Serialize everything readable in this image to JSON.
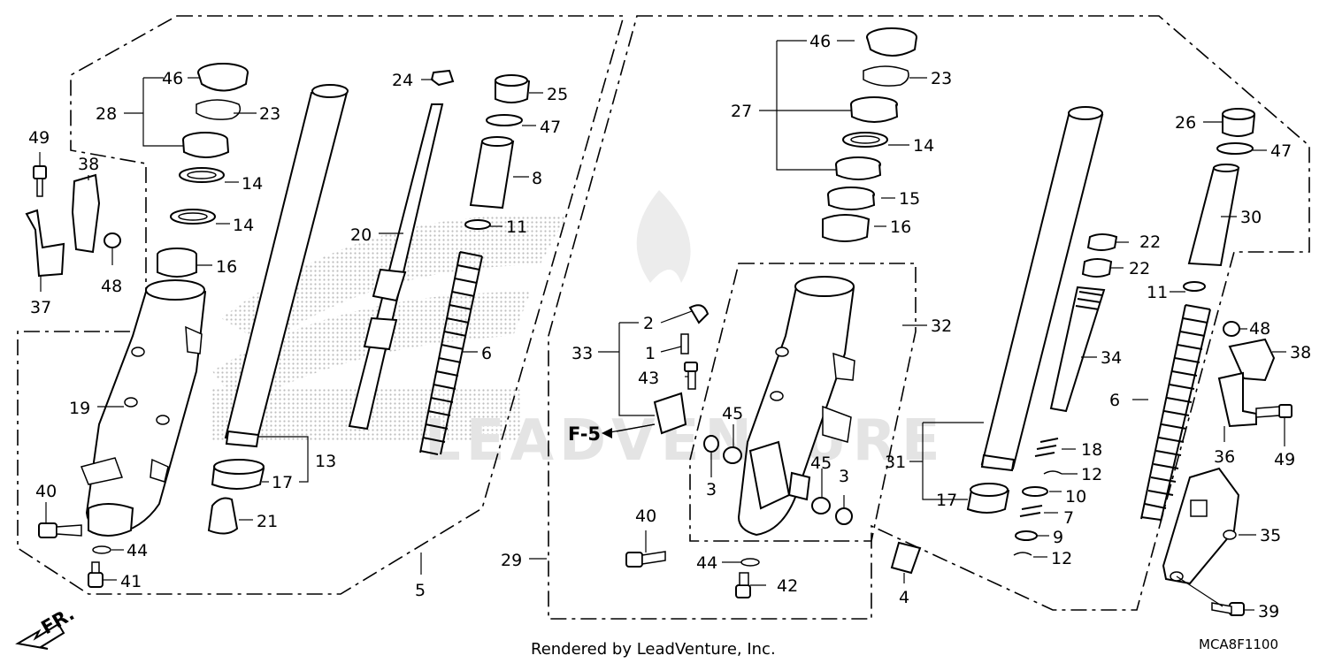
{
  "diagram": {
    "footer_credit": "Rendered by LeadVenture, Inc.",
    "drawing_code": "MCA8F1100",
    "front_arrow_label": "FR.",
    "reference_label": "F-5",
    "watermark_text": "LEADVENTURE",
    "callouts_left": [
      "46",
      "28",
      "23",
      "14",
      "14",
      "16",
      "19",
      "40",
      "44",
      "41",
      "49",
      "38",
      "48",
      "37",
      "24",
      "25",
      "47",
      "8",
      "11",
      "6",
      "20",
      "13",
      "17",
      "21",
      "5"
    ],
    "callouts_right": [
      "46",
      "23",
      "27",
      "14",
      "15",
      "16",
      "32",
      "33",
      "2",
      "1",
      "43",
      "45",
      "45",
      "3",
      "3",
      "40",
      "44",
      "42",
      "29",
      "4",
      "26",
      "47",
      "30",
      "22",
      "22",
      "11",
      "34",
      "31",
      "18",
      "12",
      "10",
      "7",
      "9",
      "12",
      "17",
      "6",
      "48",
      "38",
      "36",
      "49",
      "35",
      "39"
    ]
  }
}
